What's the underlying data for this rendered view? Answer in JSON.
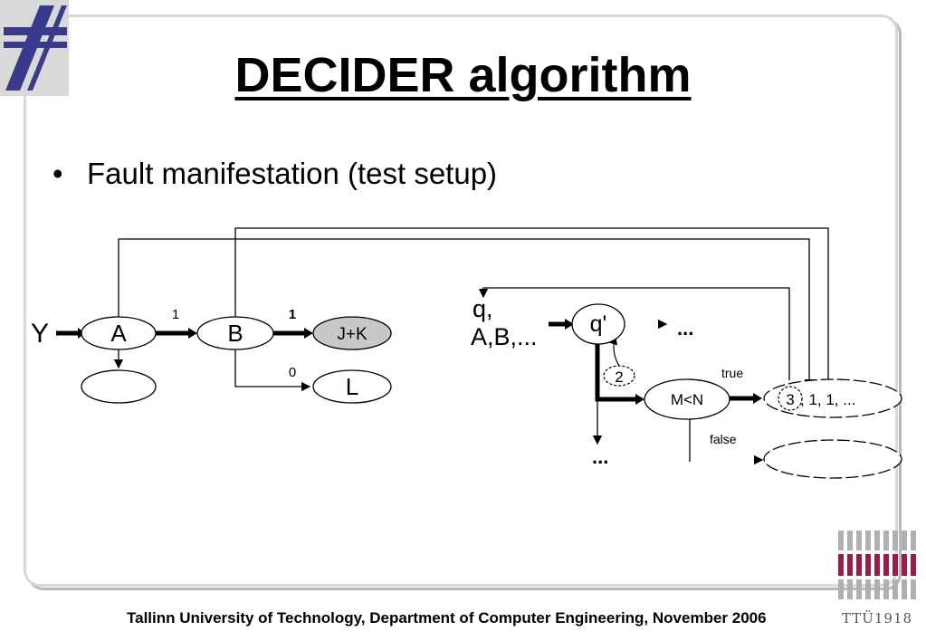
{
  "slide": {
    "title": "DECIDER algorithm",
    "bullet": "Fault manifestation (test setup)",
    "footer": "Tallinn University of Technology, Department of Computer Engineering, November 2006"
  },
  "logos": {
    "top_left": "university-logo",
    "bottom_right_text": "TTÜ1918",
    "accent_color": "#9b1b4a",
    "logo_blue": "#3a3a8c"
  },
  "diagram": {
    "left": {
      "input_label": "Y",
      "node_a": "A",
      "node_b": "B",
      "node_jk": "J+K",
      "node_l": "L",
      "edge_ab": "1",
      "edge_bjk": "1",
      "edge_bl": "0"
    },
    "right": {
      "input_label_line1": "q,",
      "input_label_line2": "A,B,...",
      "node_q": "q'",
      "dots_right": "...",
      "dots_down": "...",
      "badge_2": "2",
      "node_mn": "M<N",
      "label_true": "true",
      "label_false": "false",
      "badge_3": "3",
      "target_tail": ", 1, 1, ..."
    },
    "colors": {
      "jk_fill": "#c8c8c8"
    }
  }
}
